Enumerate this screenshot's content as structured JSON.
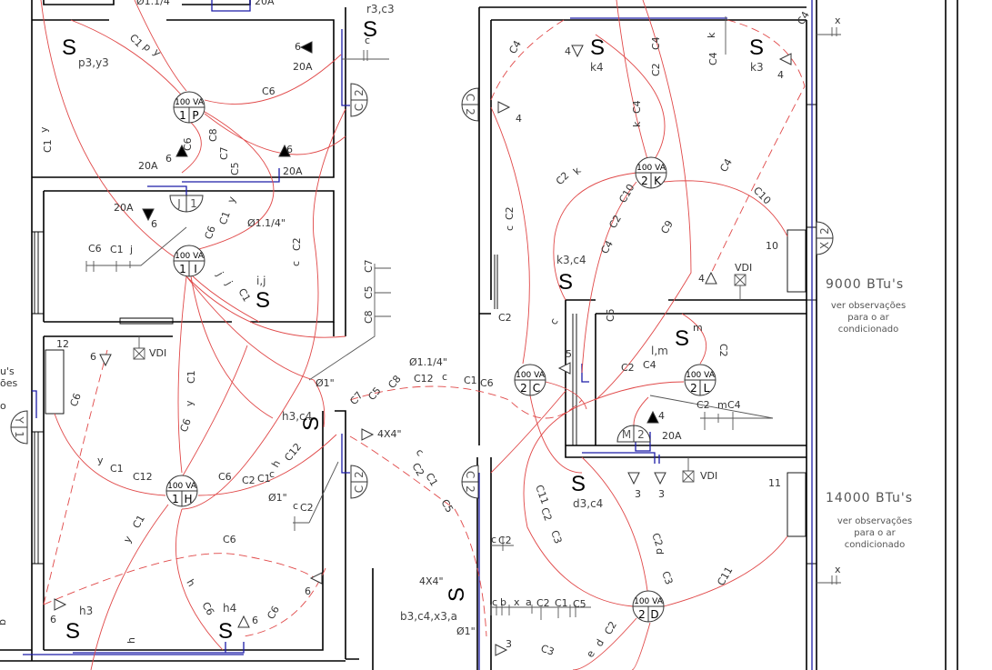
{
  "colors": {
    "wiring": "#e04848",
    "conduit": "#1c1ca8",
    "walls": "#000000",
    "text": "#333333"
  },
  "luminaires": [
    {
      "power": "100 VA",
      "circuit": "1",
      "point": "P"
    },
    {
      "power": "100 VA",
      "circuit": "1",
      "point": "I"
    },
    {
      "power": "100 VA",
      "circuit": "1",
      "point": "H"
    },
    {
      "power": "100 VA",
      "circuit": "2",
      "point": "K"
    },
    {
      "power": "100 VA",
      "circuit": "2",
      "point": "C"
    },
    {
      "power": "100 VA",
      "circuit": "2",
      "point": "L"
    },
    {
      "power": "100 VA",
      "circuit": "2",
      "point": "D"
    }
  ],
  "switches": [
    {
      "symbol": "S",
      "label": "p3,y3"
    },
    {
      "symbol": "S",
      "label": "r3,c3"
    },
    {
      "symbol": "S",
      "label": "i,j"
    },
    {
      "symbol": "S",
      "label": "h3,c4"
    },
    {
      "symbol": "S",
      "label": "b3,c4,x3,a"
    },
    {
      "symbol": "S",
      "label": "h3"
    },
    {
      "symbol": "S",
      "label": "h4"
    },
    {
      "symbol": "S",
      "label": "k4"
    },
    {
      "symbol": "S",
      "label": "k3"
    },
    {
      "symbol": "S",
      "label": "k3,c4"
    },
    {
      "symbol": "S",
      "label": "l,m"
    },
    {
      "symbol": "S",
      "label": "d3,c4"
    }
  ],
  "wall_outlets": [
    {
      "letter": "C",
      "circuit": "2"
    },
    {
      "letter": "J",
      "circuit": "1"
    },
    {
      "letter": "Y",
      "circuit": "1"
    },
    {
      "letter": "C",
      "circuit": "2"
    },
    {
      "letter": "C",
      "circuit": "2"
    },
    {
      "letter": "C",
      "circuit": "2"
    },
    {
      "letter": "X",
      "circuit": "2"
    },
    {
      "letter": "M",
      "circuit": "2"
    }
  ],
  "annotations": [
    "Ø1.1/4",
    "20A",
    "6",
    "20A",
    "C1",
    "p",
    "y",
    "C6",
    "C6",
    "C8",
    "C7",
    "C5",
    "6",
    "20A",
    "6",
    "20A",
    "C1",
    "y",
    "c",
    "20A",
    "6",
    "C6",
    "C1",
    "j",
    "C6",
    "C1",
    "y",
    "Ø1.1/4\"",
    "C2",
    "c",
    "C1",
    "C7",
    "C5",
    "C8",
    "12",
    "6",
    "VDI",
    "C6",
    "C1",
    "y",
    "C6",
    "y",
    "C1",
    "C12",
    "C6",
    "C2",
    "C1",
    "c",
    "h",
    "C12",
    "Ø1\"",
    "c",
    "C2",
    "4X4\"",
    "Ø1\"",
    "C1",
    "y",
    "C6",
    "6",
    "h",
    "C6",
    "6",
    "6",
    "C6",
    "b",
    "h",
    "Ø1.1/4\"",
    "C7",
    "C5",
    "C8",
    "C12",
    "c",
    "C1",
    "C6",
    "c",
    "C2",
    "C1",
    "C5",
    "4X4\"",
    "Ø1\"",
    "c",
    "C2",
    "c",
    "b",
    "x",
    "a",
    "C2",
    "C1",
    "C5",
    "4",
    "C4",
    "C4",
    "C2",
    "k",
    "C4",
    "C4",
    "4",
    "4",
    "C4",
    "k",
    "C2",
    "k",
    "C10",
    "C2",
    "C4",
    "C9",
    "C4",
    "C10",
    "c",
    "C2",
    "10",
    "4",
    "VDI",
    "C2",
    "c",
    "C5",
    "5",
    "m",
    "C2",
    "C2",
    "C4",
    "C2",
    "m",
    "C4",
    "4",
    "20A",
    "3",
    "3",
    "VDI",
    "11",
    "C11",
    "C2",
    "C3",
    "C2",
    "d",
    "C3",
    "C11",
    "C2",
    "d",
    "e",
    "3",
    "C3",
    "x",
    "x",
    "u's",
    "ões",
    "o",
    "j",
    "j"
  ],
  "notes": [
    {
      "capacity": "9000 BTu's",
      "line1": "ver observações",
      "line2": "para o ar",
      "line3": "condicionado"
    },
    {
      "capacity": "14000 BTu's",
      "line1": "ver observações",
      "line2": "para o ar",
      "line3": "condicionado"
    }
  ]
}
